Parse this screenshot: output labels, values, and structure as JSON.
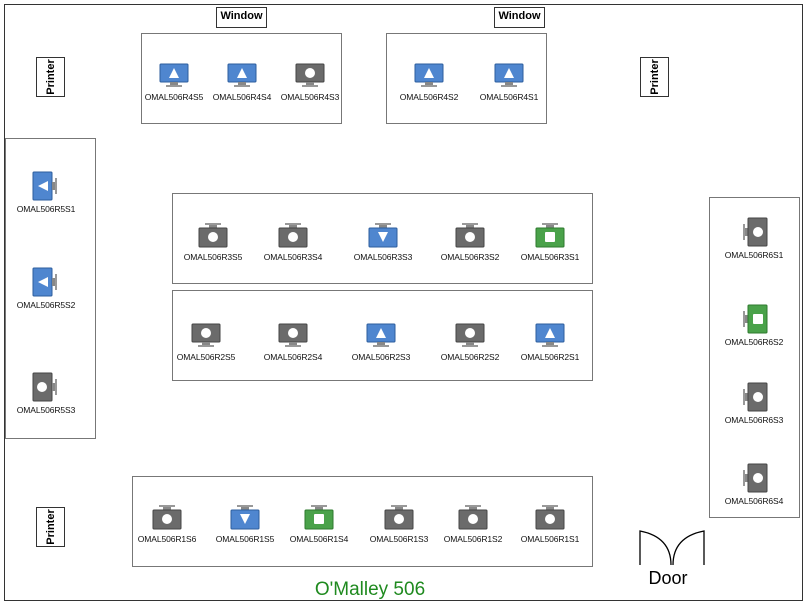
{
  "room": {
    "title": "O'Malley 506"
  },
  "labels": {
    "window": "Window",
    "printer": "Printer",
    "door": "Door"
  },
  "status_colors": {
    "available": "#4f86cf",
    "in_use": "#6b6b6b",
    "selected": "#4aa24a"
  },
  "rows": {
    "r4_left": [
      "OMAL506R4S5",
      "OMAL506R4S4",
      "OMAL506R4S3"
    ],
    "r4_right": [
      "OMAL506R4S2",
      "OMAL506R4S1"
    ],
    "r3": [
      "OMAL506R3S5",
      "OMAL506R3S4",
      "OMAL506R3S3",
      "OMAL506R3S2",
      "OMAL506R3S1"
    ],
    "r2": [
      "OMAL506R2S5",
      "OMAL506R2S4",
      "OMAL506R2S3",
      "OMAL506R2S2",
      "OMAL506R2S1"
    ],
    "r1": [
      "OMAL506R1S6",
      "OMAL506R1S5",
      "OMAL506R1S4",
      "OMAL506R1S3",
      "OMAL506R1S2",
      "OMAL506R1S1"
    ],
    "r5": [
      "OMAL506R5S1",
      "OMAL506R5S2",
      "OMAL506R5S3"
    ],
    "r6": [
      "OMAL506R6S1",
      "OMAL506R6S2",
      "OMAL506R6S3",
      "OMAL506R6S4"
    ]
  }
}
